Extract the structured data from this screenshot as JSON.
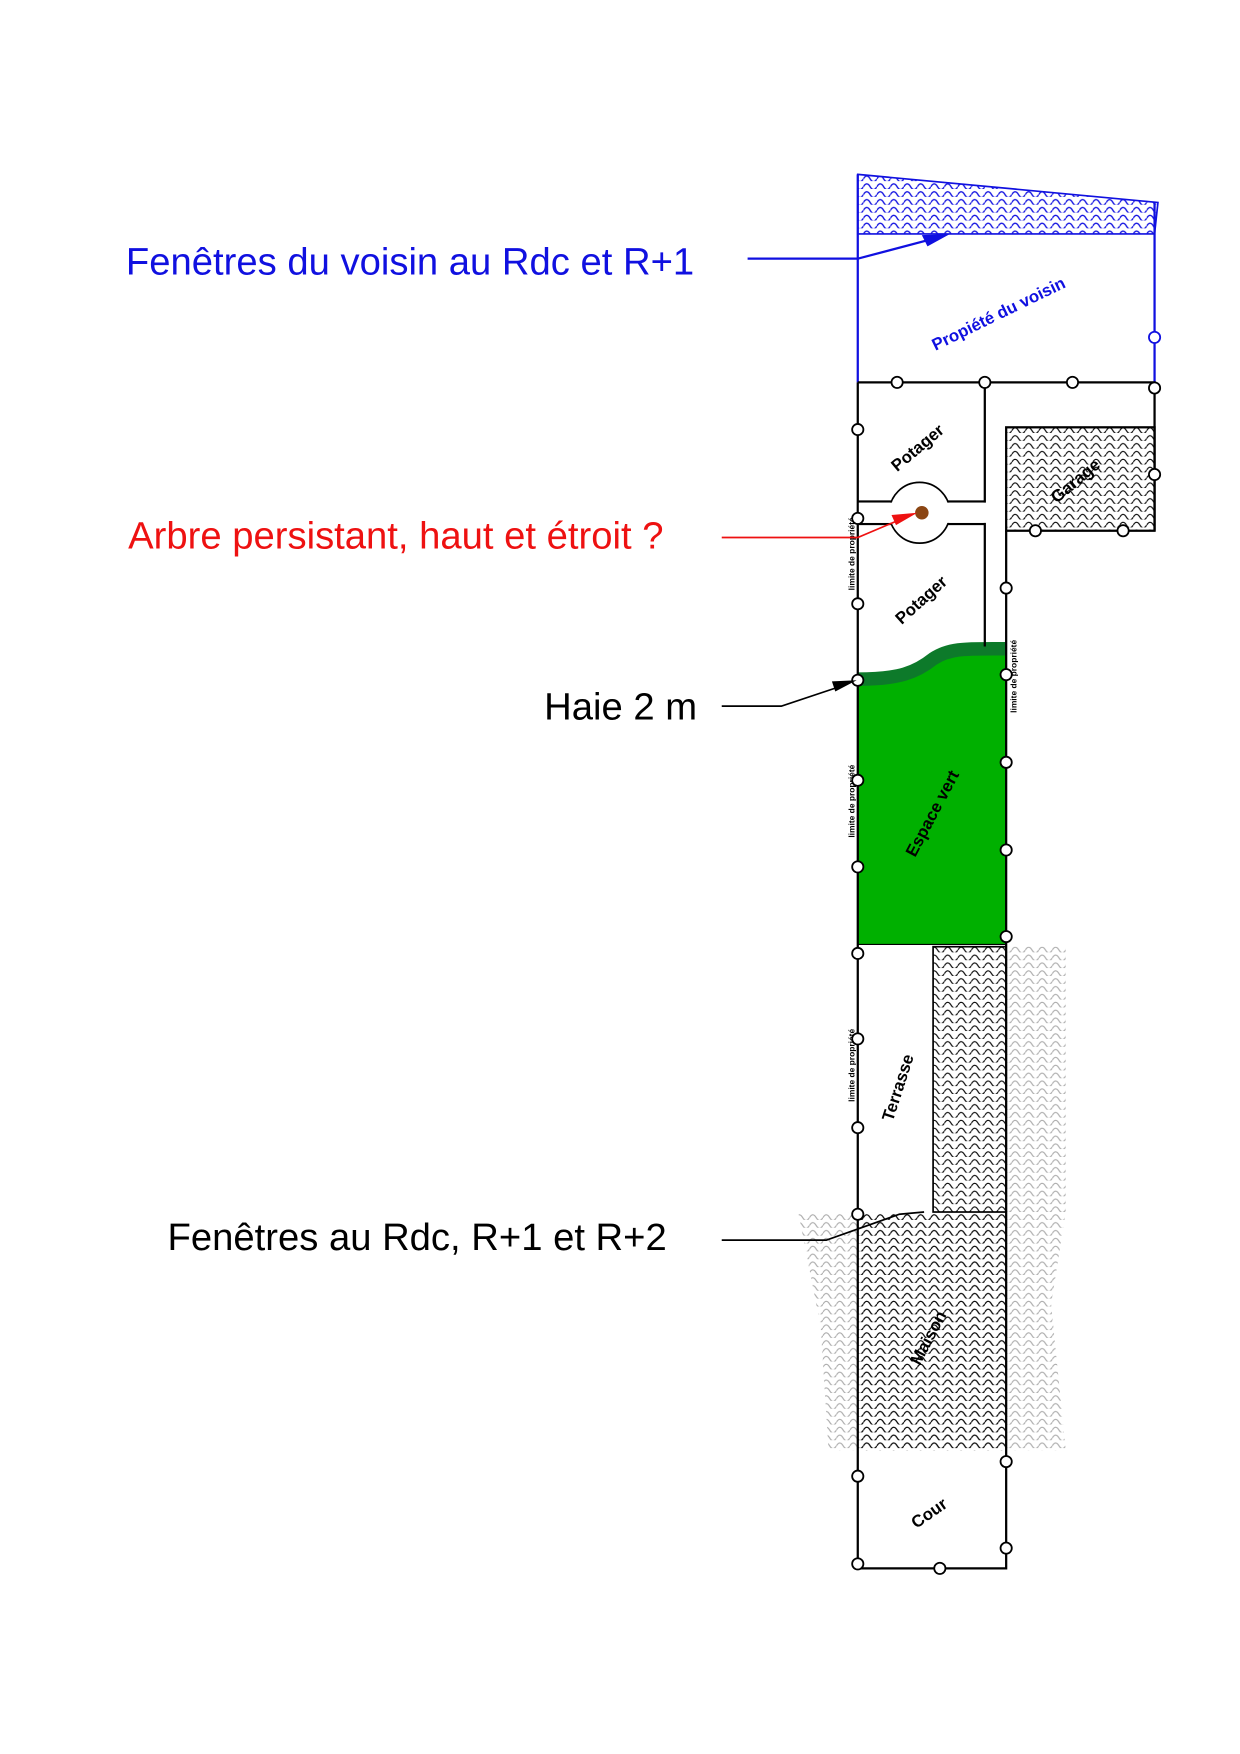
{
  "colors": {
    "neighbor": "#1010e0",
    "tree_note": "#ee1111",
    "green": "#00b000",
    "hedge": "#0d7a2a",
    "tree": "#8b4513"
  },
  "annotations": {
    "neighbor_windows": "Fenêtres du voisin au Rdc et R+1",
    "tree": "Arbre persistant, haut et étroit ?",
    "hedge": "Haie 2 m",
    "own_windows": "Fenêtres au Rdc, R+1 et R+2"
  },
  "zones": {
    "neighbor_property": "Propiété du voisin",
    "vegetable_garden_1": "Potager",
    "vegetable_garden_2": "Potager",
    "garage": "Garage",
    "green_space": "Espace vert",
    "terrace": "Terrasse",
    "house": "Maison",
    "yard": "Cour"
  },
  "boundary_label": "limite de propriété"
}
